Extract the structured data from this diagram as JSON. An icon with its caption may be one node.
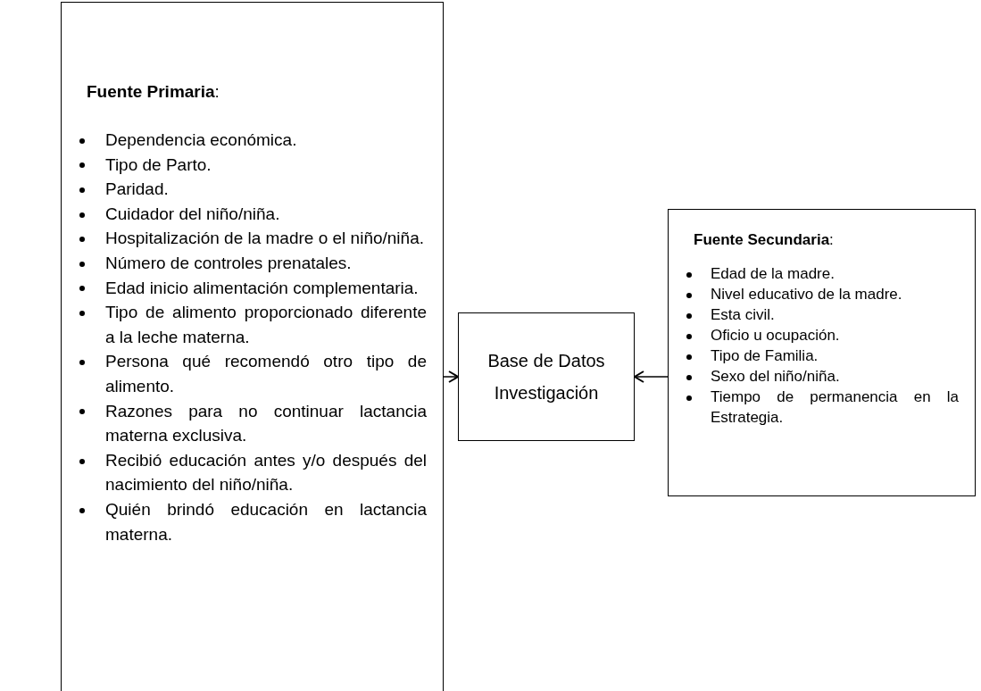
{
  "diagram": {
    "nodes": [
      {
        "text": [
          "**Fuente Primaria**:",
          "Dependencia económica.",
          "Tipo de Parto.",
          "Paridad.",
          "Cuidador del niño/niña.",
          "Hospitalización de la madre o el niño/niña.",
          "Número de controles prenatales.",
          "Edad inicio alimentación complementaria.",
          "Tipo de alimento proporcionado diferente a la leche materna.",
          "Persona qué recomendó otro tipo de alimento.",
          "Razones para no continuar lactancia materna exclusiva.",
          "Recibió educación antes y/o después del nacimiento del niño/niña.",
          "Quién brindó educación en lactancia materna."
        ]
      },
      {
        "text": [
          "Base de Datos Investigación"
        ]
      },
      {
        "text": [
          "**Fuente Secundaria**:",
          "Edad de la madre.",
          "Nivel educativo de la madre.",
          "Esta civil.",
          "Oficio u ocupación.",
          "Tipo de Familia.",
          "Sexo del niño/niña.",
          "Tiempo de permanencia en la Estrategia."
        ]
      }
    ],
    "edges": [
      {
        "from": 0,
        "to": 1,
        "arrow": "to"
      },
      {
        "from": 2,
        "to": 1,
        "arrow": "to"
      }
    ]
  }
}
